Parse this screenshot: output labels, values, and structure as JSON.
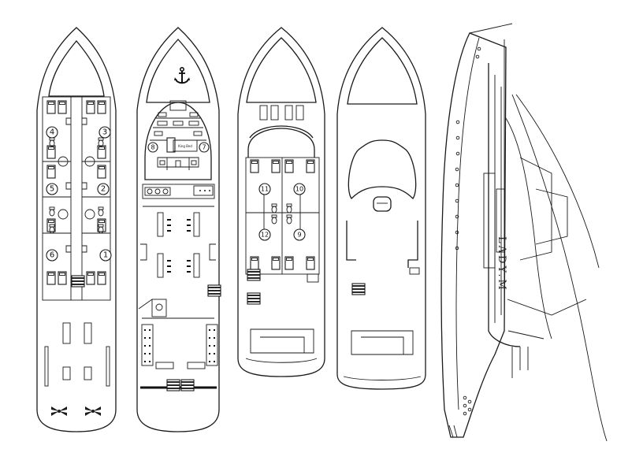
{
  "yacht": {
    "name_marking": "LADY.M"
  },
  "decks": {
    "lower": {
      "cabins": [
        "4",
        "3",
        "5",
        "2",
        "6",
        "1"
      ]
    },
    "main": {
      "cabins": [
        "8",
        "7"
      ],
      "master_label": "King Bed"
    },
    "upper": {
      "cabins": [
        "11",
        "10",
        "12",
        "9"
      ]
    }
  }
}
